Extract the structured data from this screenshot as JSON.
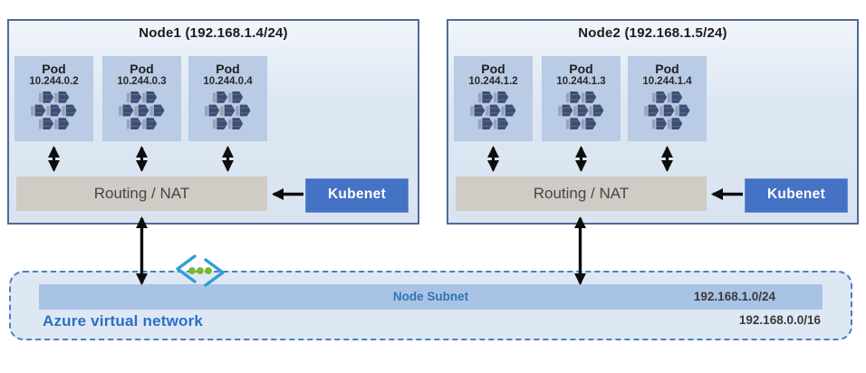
{
  "nodes": [
    {
      "title": "Node1 (192.168.1.4/24)",
      "pods": [
        {
          "label": "Pod",
          "ip": "10.244.0.2"
        },
        {
          "label": "Pod",
          "ip": "10.244.0.3"
        },
        {
          "label": "Pod",
          "ip": "10.244.0.4"
        }
      ],
      "routing_label": "Routing / NAT",
      "kubenet_label": "Kubenet"
    },
    {
      "title": "Node2 (192.168.1.5/24)",
      "pods": [
        {
          "label": "Pod",
          "ip": "10.244.1.2"
        },
        {
          "label": "Pod",
          "ip": "10.244.1.3"
        },
        {
          "label": "Pod",
          "ip": "10.244.1.4"
        }
      ],
      "routing_label": "Routing / NAT",
      "kubenet_label": "Kubenet"
    }
  ],
  "vnet": {
    "label": "Azure virtual network",
    "subnet_label": "Node Subnet",
    "subnet_cidr": "192.168.1.0/24",
    "vnet_cidr": "192.168.0.0/16"
  },
  "icons": {
    "pod": "containers-cluster-icon",
    "vnet": "azure-vnet-icon"
  },
  "colors": {
    "node_border": "#51699b",
    "node_fill": "#dce6f2",
    "pod_fill": "#b9cbe5",
    "pod_icon": "#3e4e70",
    "routing_bar": "#cfcbc5",
    "kubenet_blue": "#4472c4",
    "vnet_fill": "#dee8f4",
    "vnet_border": "#4d7ec0",
    "subnet_bar": "#a9c3e5",
    "accent_blue": "#2e75b6",
    "vnet_icon_blue": "#2d9fd8",
    "vnet_icon_green": "#76b82a",
    "arrow": "#0d0d0d"
  }
}
